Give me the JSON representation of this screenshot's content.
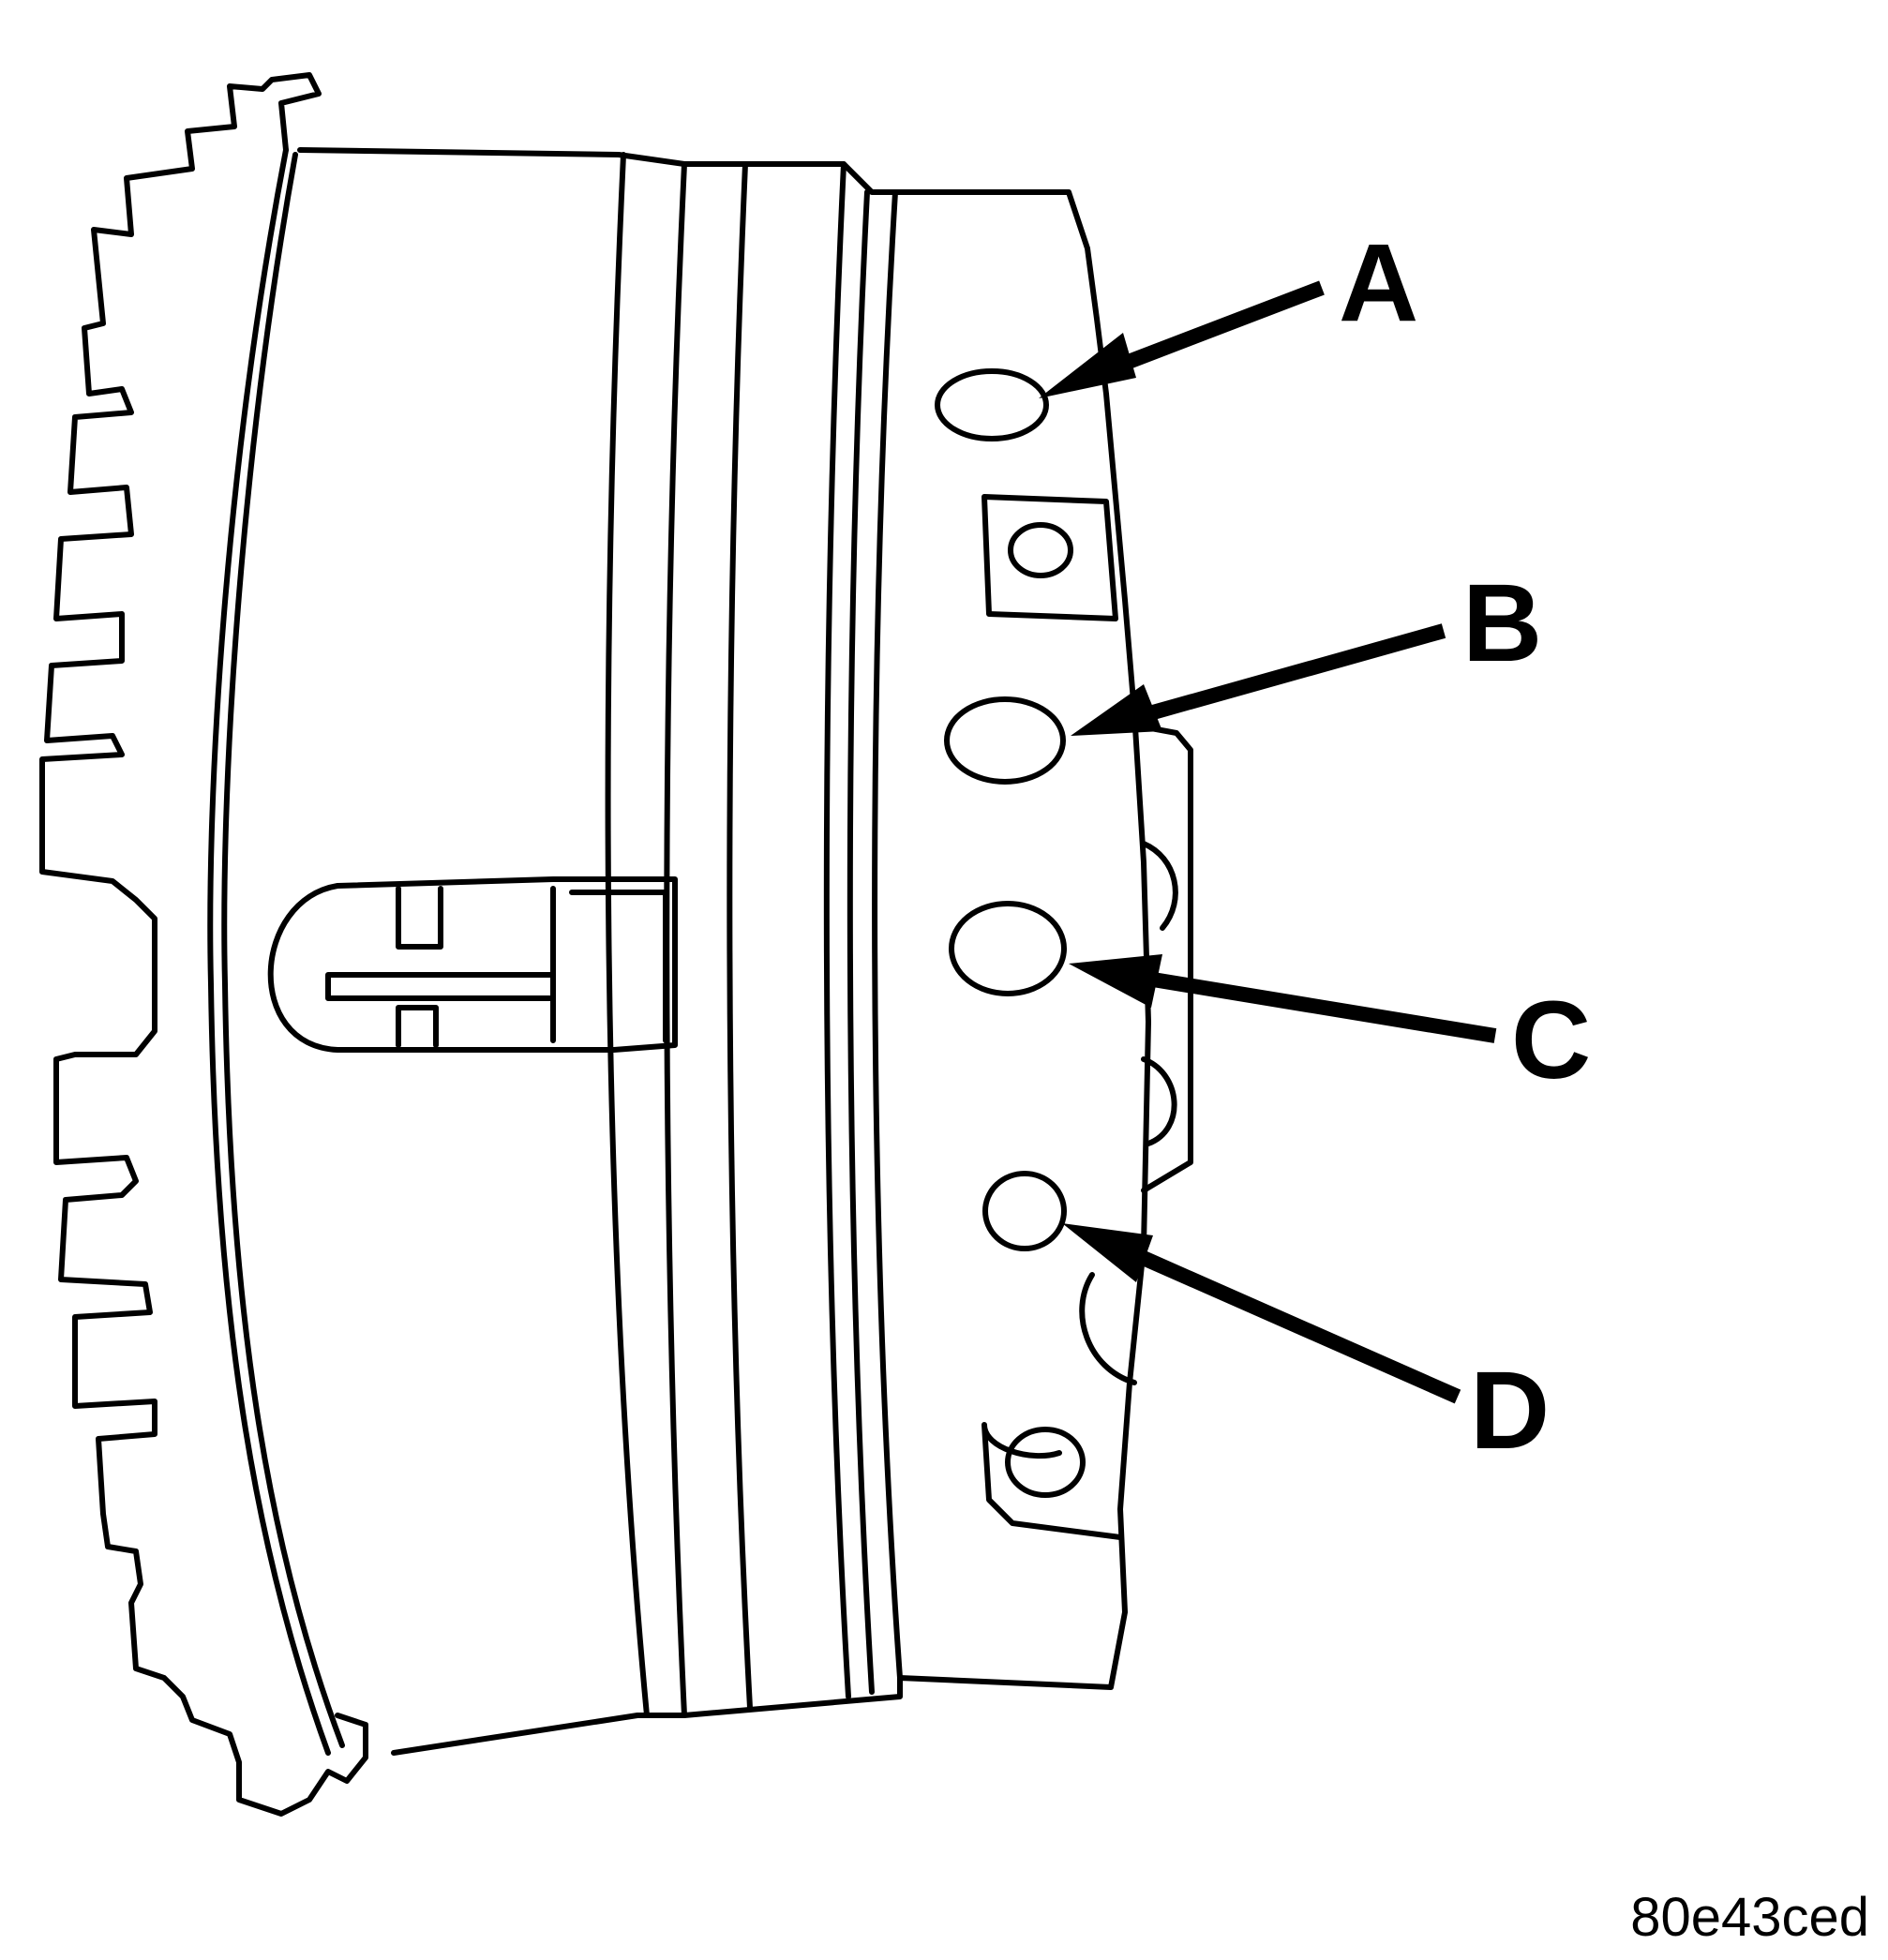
{
  "diagram": {
    "callouts": [
      {
        "id": "a",
        "label": "A"
      },
      {
        "id": "b",
        "label": "B"
      },
      {
        "id": "c",
        "label": "C"
      },
      {
        "id": "d",
        "label": "D"
      }
    ],
    "figure_id": "80e43ced"
  },
  "colors": {
    "ink": "#000000",
    "paper": "#ffffff"
  }
}
